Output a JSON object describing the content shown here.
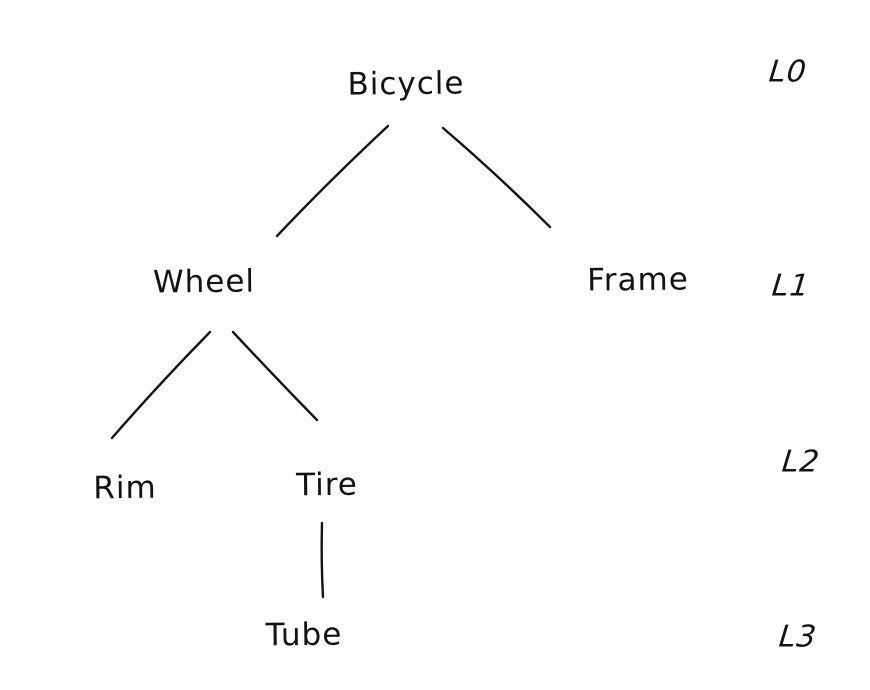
{
  "diagram": {
    "type": "tree",
    "style": "hand-drawn",
    "colors": {
      "ink": "#131313",
      "background": "#ffffff"
    },
    "nodes": {
      "bicycle": "Bicycle",
      "wheel": "Wheel",
      "frame": "Frame",
      "rim": "Rim",
      "tire": "Tire",
      "tube": "Tube"
    },
    "level_labels": {
      "l0": "L0",
      "l1": "L1",
      "l2": "L2",
      "l3": "L3"
    },
    "edges": [
      {
        "from": "Bicycle",
        "to": "Wheel"
      },
      {
        "from": "Bicycle",
        "to": "Frame"
      },
      {
        "from": "Wheel",
        "to": "Rim"
      },
      {
        "from": "Wheel",
        "to": "Tire"
      },
      {
        "from": "Tire",
        "to": "Tube"
      }
    ],
    "hierarchy": {
      "label": "Bicycle",
      "level": 0,
      "children": [
        {
          "label": "Wheel",
          "level": 1,
          "children": [
            {
              "label": "Rim",
              "level": 2,
              "children": []
            },
            {
              "label": "Tire",
              "level": 2,
              "children": [
                {
                  "label": "Tube",
                  "level": 3,
                  "children": []
                }
              ]
            }
          ]
        },
        {
          "label": "Frame",
          "level": 1,
          "children": []
        }
      ]
    }
  }
}
